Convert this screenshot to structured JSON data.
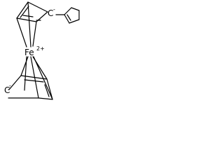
{
  "molecule": {
    "metal": {
      "symbol": "Fe",
      "charge": "2+"
    },
    "upper_ring": {
      "carbanion_symbol": "C",
      "charge": "-",
      "substituent": "cyclopent-1-en-1-yl"
    },
    "lower_ring": {
      "carbanion_symbol": "C",
      "charge": "-"
    },
    "colors": {
      "ink": "#000000",
      "background": "#ffffff"
    }
  }
}
